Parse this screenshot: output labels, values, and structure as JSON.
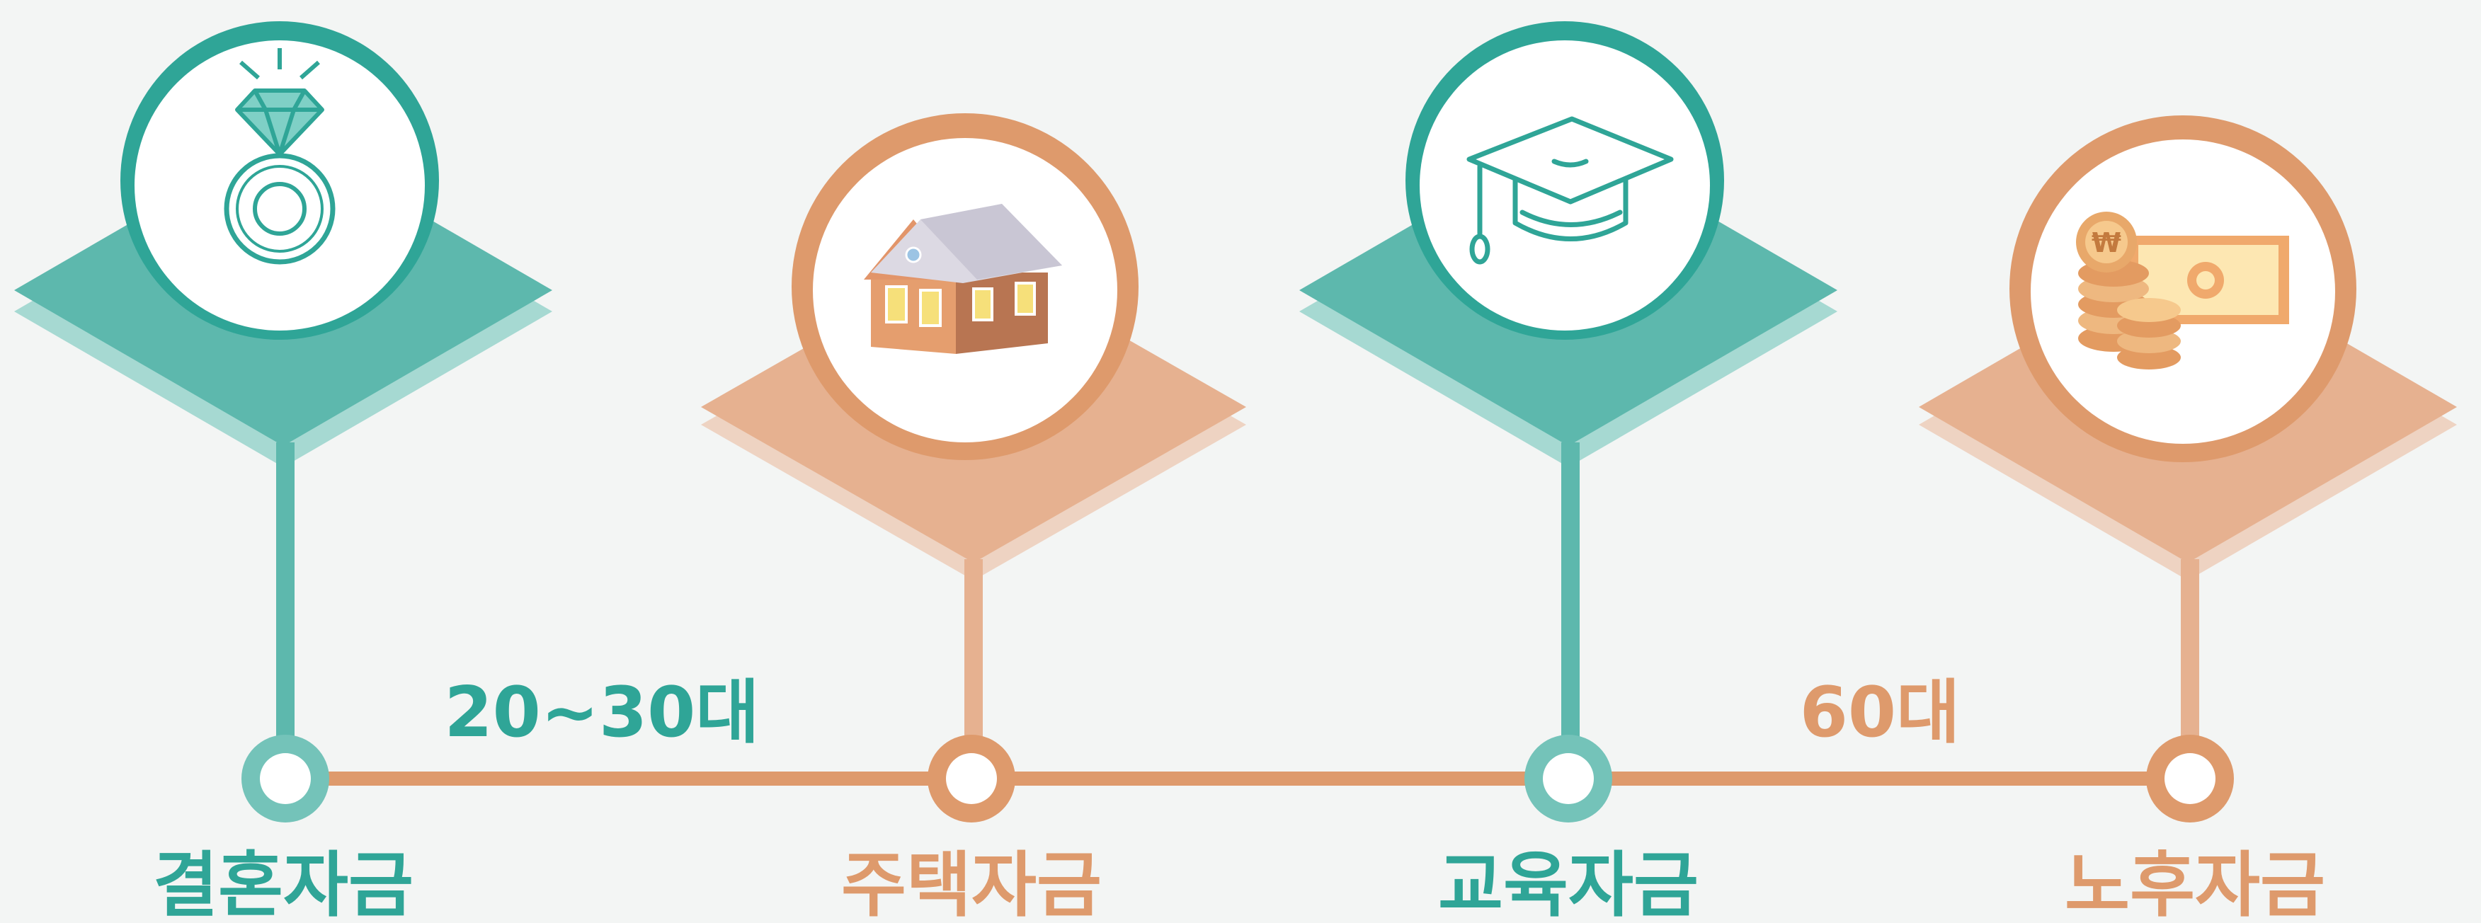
{
  "colors": {
    "teal": "#2fa597",
    "teal_light": "#5db8ad",
    "teal_shadow": "#a6d9d2",
    "orange": "#de9a6c",
    "orange_light": "#e6b190",
    "orange_shadow": "#eed3c2",
    "circle_fill": "#ffffff",
    "background": "#f3f5f4"
  },
  "milestones": [
    {
      "label": "결혼자금",
      "color": "teal",
      "icon": "diamond-ring-icon"
    },
    {
      "label": "주택자금",
      "color": "orange",
      "icon": "house-icon"
    },
    {
      "label": "교육자금",
      "color": "teal",
      "icon": "graduation-cap-icon"
    },
    {
      "label": "노후자금",
      "color": "orange",
      "icon": "money-coins-icon"
    }
  ],
  "age_labels": [
    {
      "text": "20~30대",
      "color": "teal"
    },
    {
      "text": "60대",
      "color": "orange"
    }
  ]
}
